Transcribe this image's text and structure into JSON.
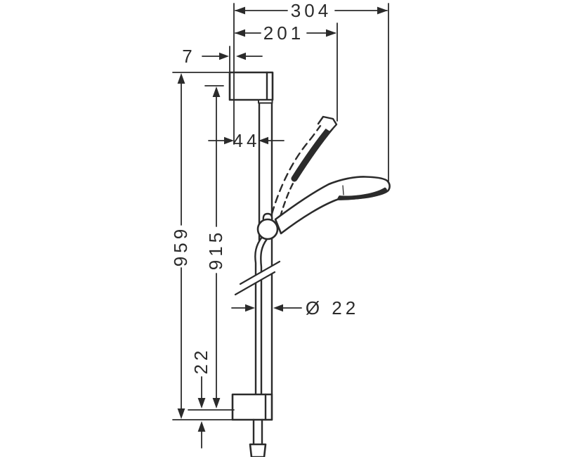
{
  "drawing": {
    "type": "technical-dimension-drawing",
    "subject": "shower rail set with hand shower, wall brackets and hose",
    "line_color": "#2b2b2b",
    "background": "#ffffff"
  },
  "labels": {
    "dim_width_total": "304",
    "dim_width_to_head": "201",
    "dim_wall_offset": "7",
    "dim_bar_offset": "44",
    "dim_height_total": "959",
    "dim_height_holes": "915",
    "dim_bottom_offset": "22",
    "dim_bar_diameter": "Ø 22"
  }
}
